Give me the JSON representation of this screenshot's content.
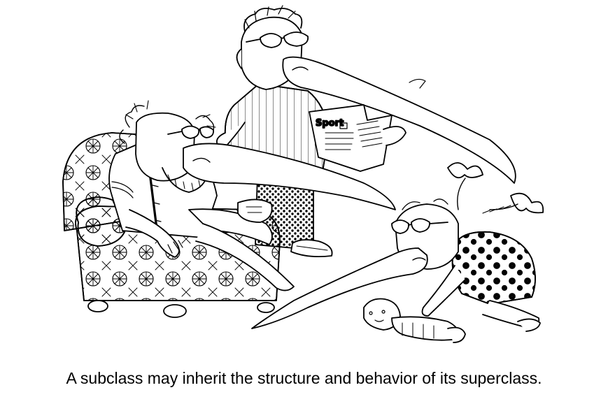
{
  "illustration": {
    "icon": "family-of-long-beaked-birds-illustration",
    "newspaper_text": "Sport"
  },
  "caption": "A subclass may inherit the structure and behavior of its superclass."
}
